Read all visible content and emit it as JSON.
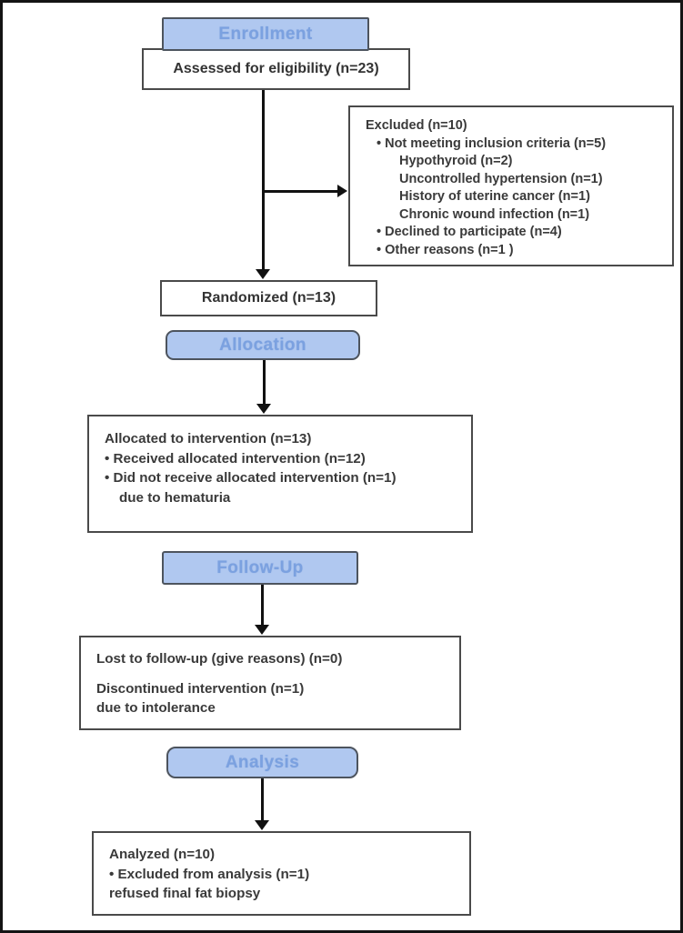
{
  "colors": {
    "stage_fill": "#b0c8f0",
    "stage_border": "#4d545e",
    "stage_text": "#7ba1e0",
    "box_border": "#4a4a4a",
    "body_text": "#3a3a3a",
    "connector": "#111111",
    "page_border": "#141414"
  },
  "flow": {
    "stages": {
      "enrollment": "Enrollment",
      "allocation": "Allocation",
      "followup": "Follow-Up",
      "analysis": "Analysis"
    },
    "assessed": {
      "text": "Assessed for eligibility (n=23)"
    },
    "excluded": {
      "lines": [
        "Excluded (n=10)",
        "•  Not meeting inclusion criteria (n=5)",
        "Hypothyroid (n=2)",
        "Uncontrolled hypertension (n=1)",
        "History of uterine cancer (n=1)",
        "Chronic wound infection (n=1)",
        "•  Declined to participate (n=4)",
        "•  Other reasons (n=1 )"
      ]
    },
    "randomized": {
      "text": "Randomized (n=13)"
    },
    "allocated": {
      "lines": [
        "Allocated to intervention (n=13)",
        "•  Received allocated intervention (n=12)",
        "•  Did not receive allocated intervention (n=1)",
        "due to hematuria"
      ]
    },
    "lost": {
      "lines": [
        "Lost to follow-up (give reasons) (n=0)",
        "Discontinued intervention (n=1)",
        "due to intolerance"
      ]
    },
    "analyzed": {
      "lines": [
        "Analyzed (n=10)",
        "•  Excluded from analysis (n=1)",
        "refused final fat biopsy"
      ]
    }
  }
}
